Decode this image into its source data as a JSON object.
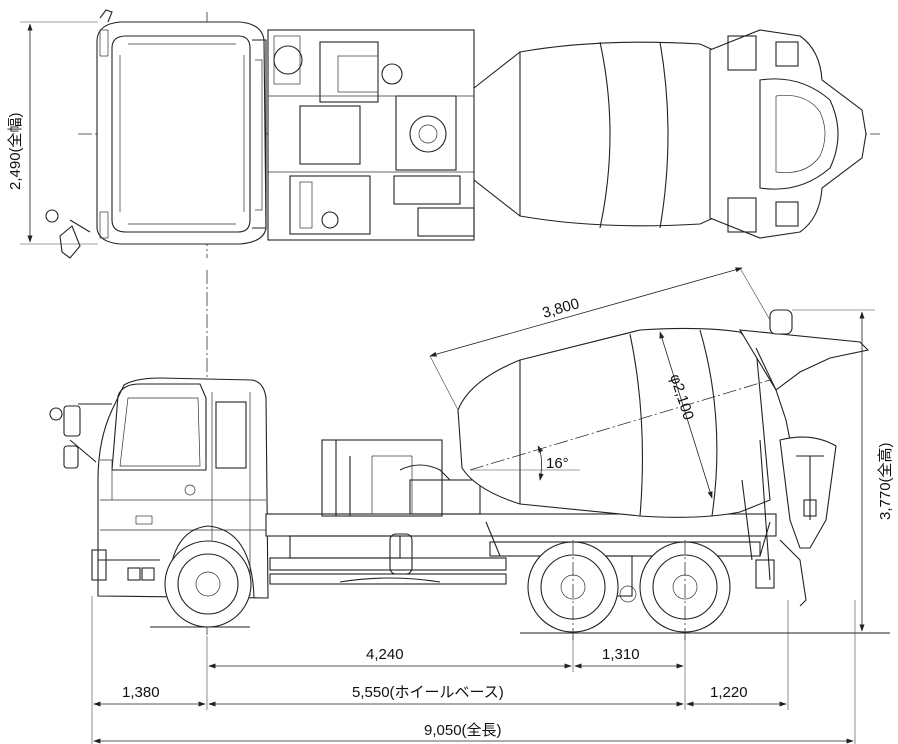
{
  "dimensions": {
    "overall_width": "2,490(全幅)",
    "overall_height": "3,770(全高)",
    "overall_length": "9,050(全長)",
    "wheelbase": "5,550(ホイールベース)",
    "front_overhang": "1,380",
    "rear_overhang": "1,220",
    "front_to_mid_axle": "4,240",
    "rear_axle_spacing": "1,310",
    "drum_length": "3,800",
    "drum_diameter": "φ2,100",
    "drum_angle": "16°"
  },
  "colors": {
    "line": "#222222",
    "background": "#ffffff"
  }
}
